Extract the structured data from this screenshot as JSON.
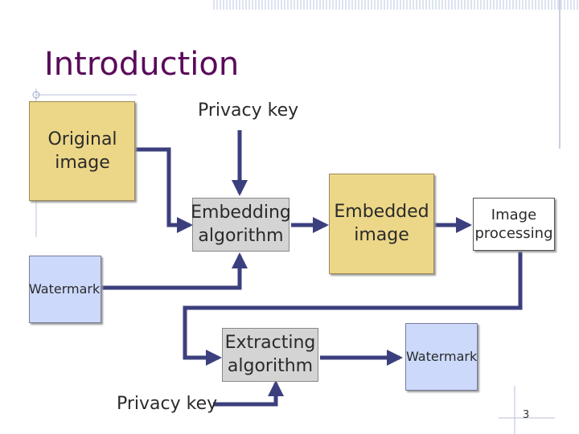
{
  "slide": {
    "title": "Introduction",
    "page_number": "3"
  },
  "diagram": {
    "privacy_key_top": "Privacy key",
    "original_image": [
      "Original",
      "image"
    ],
    "embedding_algorithm": [
      "Embedding",
      "algorithm"
    ],
    "embedded_image": [
      "Embedded",
      "image"
    ],
    "image_processing": [
      "Image",
      "processing"
    ],
    "watermark_input": "Watermark",
    "extracting_algorithm": [
      "Extracting",
      "algorithm"
    ],
    "watermark_output": "Watermark",
    "privacy_key_bottom": "Privacy key"
  },
  "colors": {
    "title": "#5a0a5a",
    "arrow": "#3c3f7e",
    "image_box": "#ecd788",
    "watermark_box": "#ccd9fb",
    "algorithm_box": "#d4d4d4"
  }
}
